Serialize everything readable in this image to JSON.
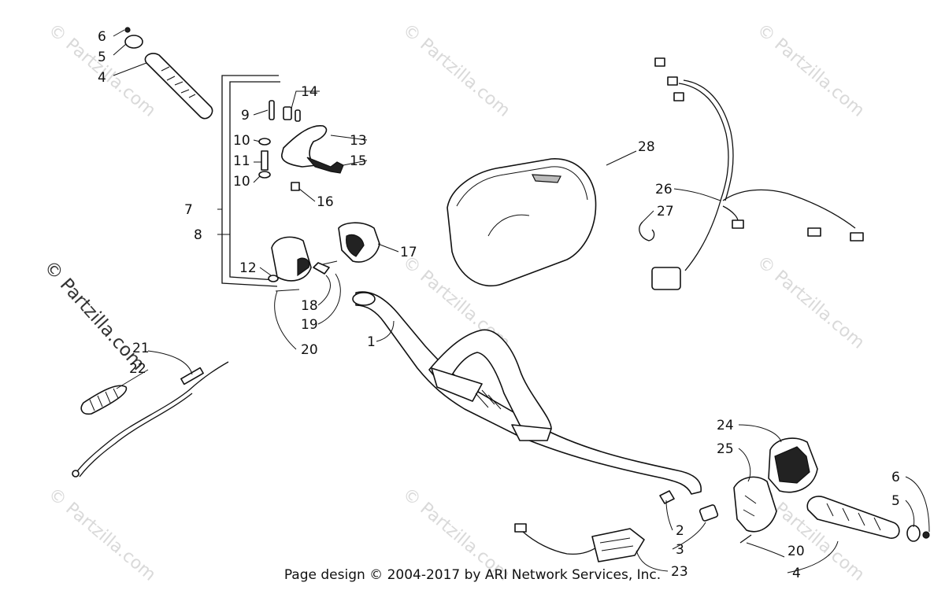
{
  "watermark": "© Partzilla.com",
  "footer": "Page design © 2004-2017 by ARI Network Services, Inc.",
  "callouts": {
    "c1": "1",
    "c2": "2",
    "c3": "3",
    "c4a": "4",
    "c4b": "4",
    "c5a": "5",
    "c5b": "5",
    "c6a": "6",
    "c6b": "6",
    "c7": "7",
    "c8": "8",
    "c9": "9",
    "c10a": "10",
    "c10b": "10",
    "c11": "11",
    "c12": "12",
    "c13": "13",
    "c14": "14",
    "c15": "15",
    "c16": "16",
    "c17": "17",
    "c18": "18",
    "c19": "19",
    "c20a": "20",
    "c20b": "20",
    "c21": "21",
    "c22": "22",
    "c23": "23",
    "c24": "24",
    "c25": "25",
    "c26": "26",
    "c27": "27",
    "c28": "28"
  }
}
